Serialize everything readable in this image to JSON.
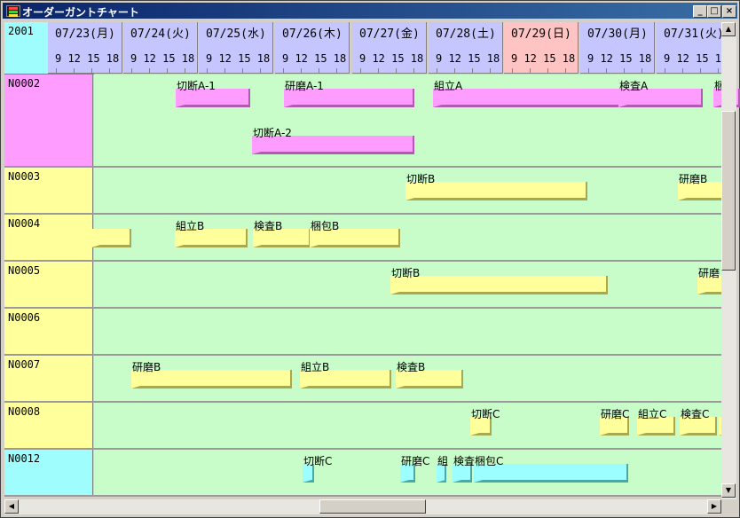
{
  "window": {
    "title": "オーダーガントチャート"
  },
  "corner_label": "2001",
  "colors": {
    "title_start": "#0a246a",
    "title_end": "#3a6ea5",
    "header_day": "#c6c6fe",
    "header_sunday": "#fec4c4",
    "corner": "#a0fdfe",
    "chart_bg": "#c8fcc8"
  },
  "days": [
    {
      "date": "07/23(月)",
      "ticks": "9 12 15 18"
    },
    {
      "date": "07/24(火)",
      "ticks": "9 12 15 18"
    },
    {
      "date": "07/25(水)",
      "ticks": "9 12 15 18"
    },
    {
      "date": "07/26(木)",
      "ticks": "9 12 15 18"
    },
    {
      "date": "07/27(金)",
      "ticks": "9 12 15 18"
    },
    {
      "date": "07/28(土)",
      "ticks": "9 12 15 18"
    },
    {
      "date": "07/29(日)",
      "ticks": "9 12 15 18",
      "sunday": true
    },
    {
      "date": "07/30(月)",
      "ticks": "9 12 15 18"
    },
    {
      "date": "07/31(火)",
      "ticks": "9 12 15 18"
    }
  ],
  "orders": [
    {
      "id": "N0002",
      "label_color": "#ff9cff",
      "tasks": [
        {
          "label": "切断A-1",
          "color": "pink"
        },
        {
          "label": "研磨A-1",
          "color": "pink"
        },
        {
          "label": "組立A",
          "color": "pink"
        },
        {
          "label": "検査A",
          "color": "pink"
        },
        {
          "label": "梱",
          "color": "pink"
        },
        {
          "label": "切断A-2",
          "color": "pink"
        }
      ]
    },
    {
      "id": "N0003",
      "label_color": "#ffff9c",
      "tasks": [
        {
          "label": "切断B",
          "color": "yellow"
        },
        {
          "label": "研磨B",
          "color": "yellow"
        }
      ]
    },
    {
      "id": "N0004",
      "label_color": "#ffff9c",
      "tasks": [
        {
          "label": "",
          "color": "yellow"
        },
        {
          "label": "組立B",
          "color": "yellow"
        },
        {
          "label": "検査B",
          "color": "yellow"
        },
        {
          "label": "梱包B",
          "color": "yellow"
        }
      ]
    },
    {
      "id": "N0005",
      "label_color": "#ffff9c",
      "tasks": [
        {
          "label": "切断B",
          "color": "yellow"
        },
        {
          "label": "研磨",
          "color": "yellow"
        }
      ]
    },
    {
      "id": "N0006",
      "label_color": "#ffff9c",
      "tasks": []
    },
    {
      "id": "N0007",
      "label_color": "#ffff9c",
      "tasks": [
        {
          "label": "研磨B",
          "color": "yellow"
        },
        {
          "label": "組立B",
          "color": "yellow"
        },
        {
          "label": "検査B",
          "color": "yellow"
        }
      ]
    },
    {
      "id": "N0008",
      "label_color": "#ffff9c",
      "tasks": [
        {
          "label": "切断C",
          "color": "yellow"
        },
        {
          "label": "研磨C",
          "color": "yellow"
        },
        {
          "label": "組立C",
          "color": "yellow"
        },
        {
          "label": "検査C",
          "color": "yellow"
        },
        {
          "label": "",
          "color": "yellow"
        }
      ]
    },
    {
      "id": "N0012",
      "label_color": "#a0fdfe",
      "tasks": [
        {
          "label": "切断C",
          "color": "cyan"
        },
        {
          "label": "研磨C",
          "color": "cyan"
        },
        {
          "label": "組",
          "color": "cyan"
        },
        {
          "label": "検査",
          "color": "cyan"
        },
        {
          "label": "梱包C",
          "color": "cyan"
        }
      ]
    }
  ]
}
